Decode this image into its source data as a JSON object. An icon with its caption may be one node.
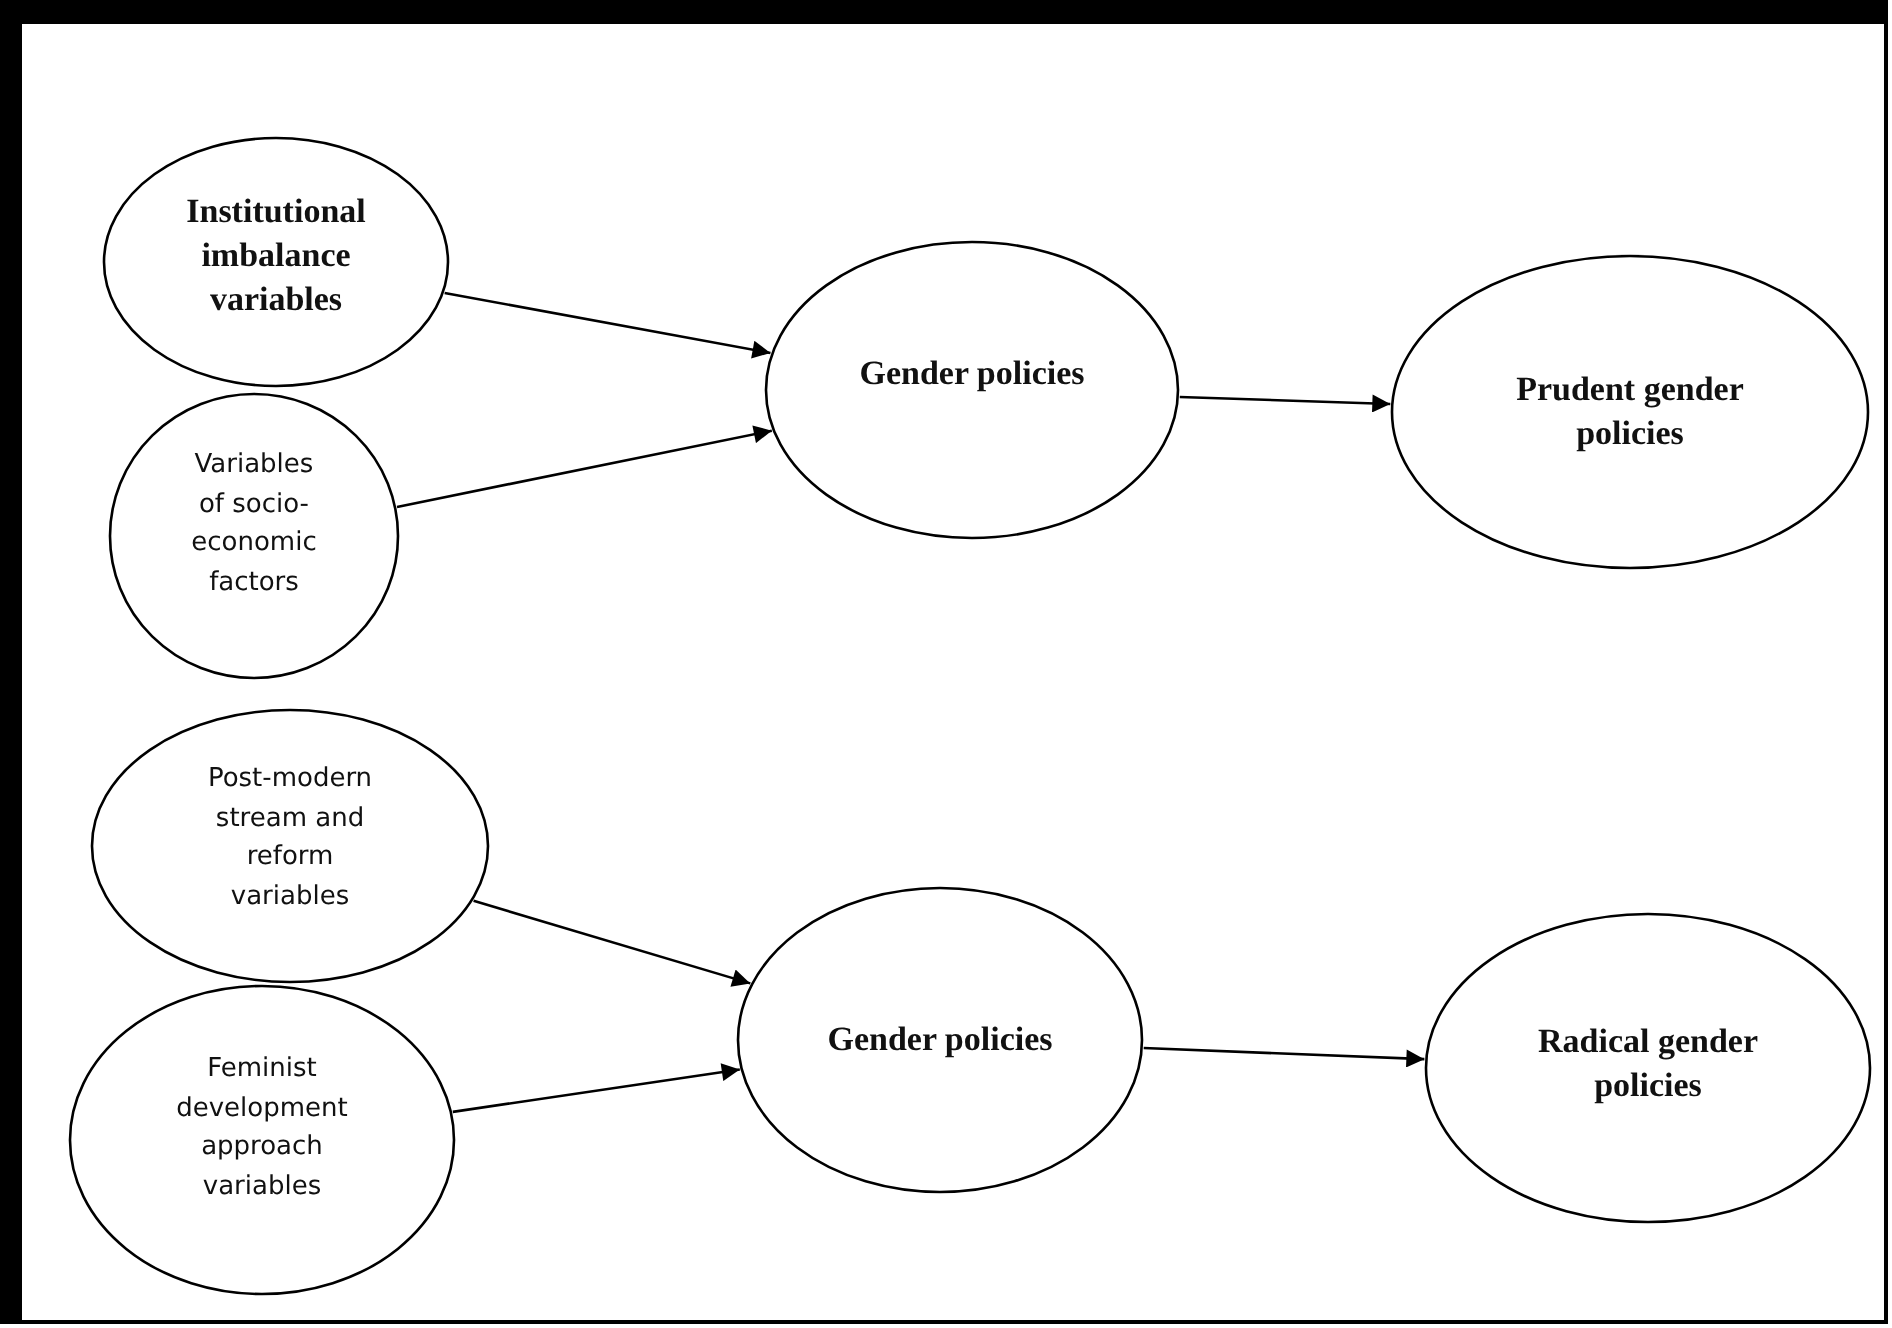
{
  "diagram": {
    "nodes": [
      {
        "text": [
          "Institutional imbalance variables"
        ]
      },
      {
        "text": [
          "Variables of socio-economic factors"
        ]
      },
      {
        "text": [
          "Gender policies"
        ]
      },
      {
        "text": [
          "Prudent gender policies"
        ]
      },
      {
        "text": [
          "Post-modern stream and reform variables"
        ]
      },
      {
        "text": [
          "Feminist development approach variables"
        ]
      },
      {
        "text": [
          "Gender policies"
        ]
      },
      {
        "text": [
          "Radical gender policies"
        ]
      }
    ],
    "edges": [
      {
        "from": 0,
        "to": 2,
        "arrow": "to"
      },
      {
        "from": 1,
        "to": 2,
        "arrow": "to"
      },
      {
        "from": 2,
        "to": 3,
        "arrow": "to"
      },
      {
        "from": 4,
        "to": 6,
        "arrow": "to"
      },
      {
        "from": 5,
        "to": 6,
        "arrow": "to"
      },
      {
        "from": 6,
        "to": 7,
        "arrow": "to"
      }
    ]
  }
}
